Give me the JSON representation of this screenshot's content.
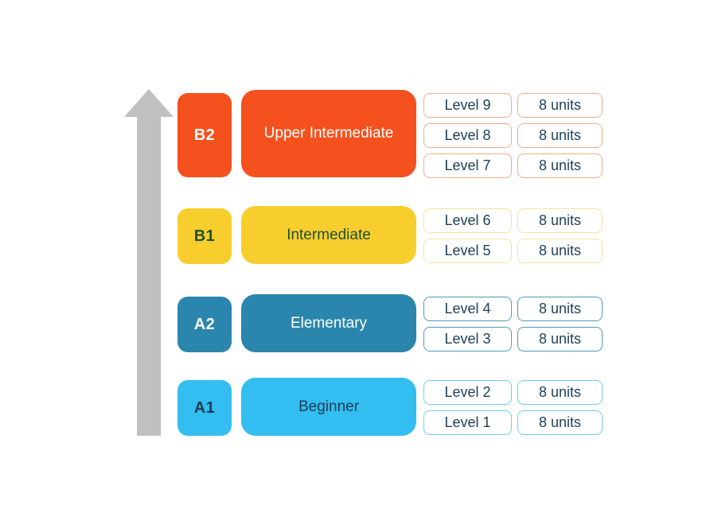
{
  "diagram": {
    "arrow": {
      "icon": "up-arrow",
      "color": "#c0c0c0"
    },
    "level_text_color": "#1d3f58",
    "rows": [
      {
        "code": "B2",
        "name": "Upper Intermediate",
        "fill": "#f4511e",
        "row_border": "#f2a98c",
        "code_color": "#ffffff",
        "name_color": "#ffffff",
        "levels": [
          {
            "label": "Level 9",
            "units": "8 units"
          },
          {
            "label": "Level 8",
            "units": "8 units"
          },
          {
            "label": "Level 7",
            "units": "8 units"
          }
        ]
      },
      {
        "code": "B1",
        "name": "Intermediate",
        "fill": "#f8ce2e",
        "row_border": "#f3e3a2",
        "code_color": "#1e5130",
        "name_color": "#1e5130",
        "levels": [
          {
            "label": "Level 6",
            "units": "8 units"
          },
          {
            "label": "Level 5",
            "units": "8 units"
          }
        ]
      },
      {
        "code": "A2",
        "name": "Elementary",
        "fill": "#2a86ac",
        "row_border": "#4d9cb9",
        "code_color": "#ffffff",
        "name_color": "#ffffff",
        "levels": [
          {
            "label": "Level 4",
            "units": "8 units"
          },
          {
            "label": "Level 3",
            "units": "8 units"
          }
        ]
      },
      {
        "code": "A1",
        "name": "Beginner",
        "fill": "#33bdf0",
        "row_border": "#6bcef4",
        "code_color": "#1c3d58",
        "name_color": "#1c3d58",
        "levels": [
          {
            "label": "Level 2",
            "units": "8 units"
          },
          {
            "label": "Level 1",
            "units": "8 units"
          }
        ]
      }
    ]
  }
}
